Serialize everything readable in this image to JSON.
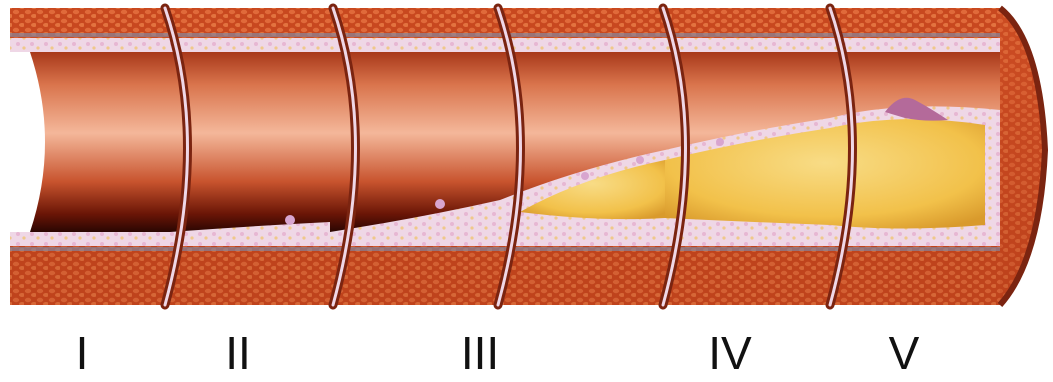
{
  "stage_labels": [
    "I",
    "II",
    "III",
    "IV",
    "V"
  ],
  "colors": {
    "lumen_light": "#f4b79a",
    "lumen_mid": "#d9744c",
    "lumen_dark": "#4a0d04",
    "muscle": "#c8481f",
    "muscle_dark": "#8f2a10",
    "intima": "#efd7e6",
    "plaque_yellow": "#f2c14a",
    "plaque_light": "#f8dc86",
    "rupture": "#b46a9a"
  }
}
